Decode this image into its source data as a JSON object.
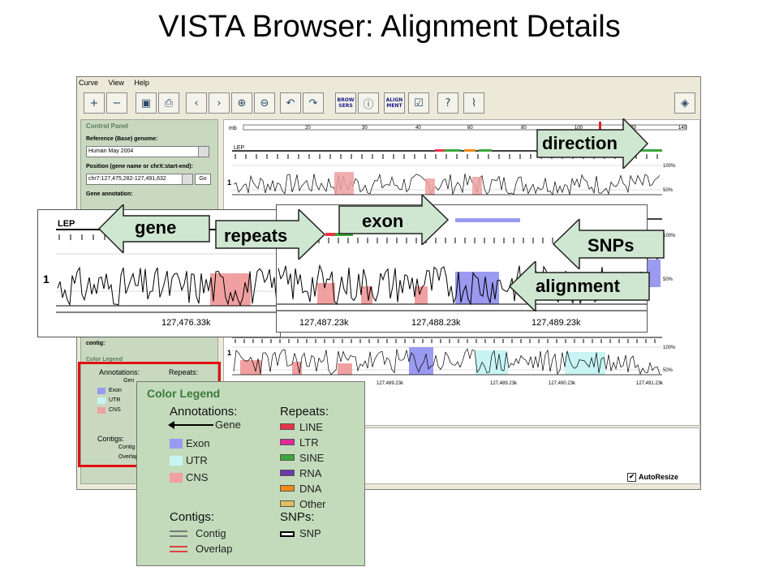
{
  "slide_title": "VISTA Browser: Alignment Details",
  "menu": [
    "Curve",
    "View",
    "Help"
  ],
  "toolbar": {
    "browsers_label": "BROW\nSERS",
    "alignment_label": "ALIGN\nMENT"
  },
  "control_panel": {
    "title": "Control Panel",
    "reference_label": "Reference (Base) genome:",
    "reference_value": "Human May 2004",
    "position_label": "Position (gene name or chrX:start-end):",
    "position_value": "chr7:127,475,282-127,491,632",
    "go_label": "Go",
    "gene_annotation_label": "Gene annotation:",
    "contig_label": "contig:",
    "color_legend_label": "Color Legend",
    "annotations_label": "Annotations:",
    "repeats_label": "Repeats:",
    "gene_label": "Gen",
    "exon_label": "Exon",
    "utr_label": "UTR",
    "cns_label": "CNS",
    "contigs_label": "Contigs:",
    "contig_item": "Contig",
    "overlap_item": "Overlap"
  },
  "ruler": {
    "unit": "mb",
    "ticks": [
      "20",
      "30",
      "40",
      "60",
      "80",
      "100",
      "120",
      "140"
    ]
  },
  "plot": {
    "track_label": "LEP",
    "row_label": "1",
    "pct_100": "100%",
    "pct_50": "50%",
    "bottom_coords": [
      "127,489.23k",
      "127,489.23k",
      "127,490.23k",
      "127,491.23k"
    ]
  },
  "zoom_gene": {
    "track_label": "LEP",
    "row_label": "1",
    "coord": "127,476.33k"
  },
  "zoom_mid": {
    "coords": [
      "127,487.23k",
      "127,488.23k",
      "127,489.23k"
    ]
  },
  "autoresize_label": "AutoResize",
  "autoresize_checked": true,
  "color_legend": {
    "title": "Color Legend",
    "annotations_label": "Annotations:",
    "repeats_label": "Repeats:",
    "gene": "Gene",
    "exon": "Exon",
    "utr": "UTR",
    "cns": "CNS",
    "repeats": [
      {
        "name": "LINE",
        "color": "#e8344a"
      },
      {
        "name": "LTR",
        "color": "#e02a9a"
      },
      {
        "name": "SINE",
        "color": "#3aa83a"
      },
      {
        "name": "RNA",
        "color": "#6a3aa8"
      },
      {
        "name": "DNA",
        "color": "#f08a1a"
      },
      {
        "name": "Other",
        "color": "#e0c060"
      }
    ],
    "contigs_label": "Contigs:",
    "contig": "Contig",
    "overlap": "Overlap",
    "snps_label": "SNPs:",
    "snp": "SNP"
  },
  "callouts": {
    "direction": "direction",
    "gene": "gene",
    "repeats": "repeats",
    "exon": "exon",
    "snps": "SNPs",
    "alignment": "alignment"
  },
  "colors": {
    "exon": "#9a9af0",
    "utr": "#c8f4f4",
    "cns": "#f0a0a0",
    "arrow_fill": "#cfe6d0",
    "highlight_border": "#e01010"
  }
}
